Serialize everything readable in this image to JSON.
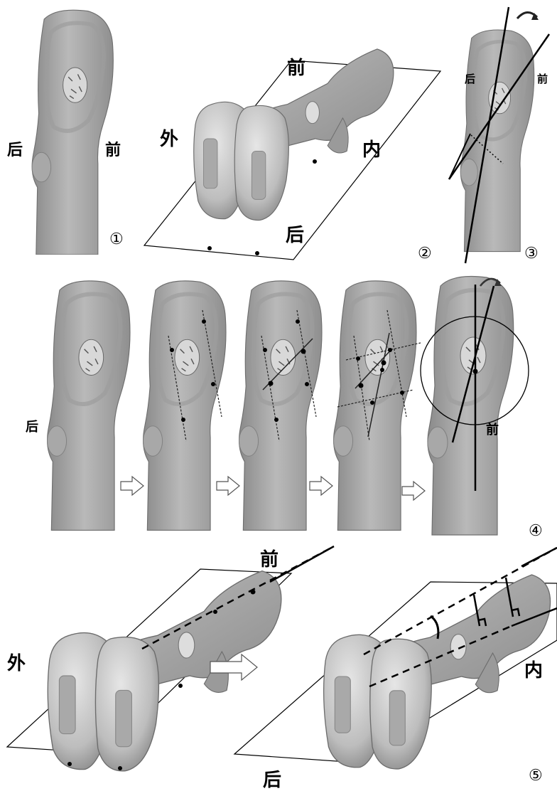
{
  "panels": {
    "p1": {
      "number": "①",
      "labels": {
        "posterior": "后",
        "anterior": "前"
      }
    },
    "p2": {
      "number": "②",
      "labels": {
        "anterior": "前",
        "lateral": "外",
        "medial": "内",
        "posterior": "后"
      }
    },
    "p3": {
      "number": "③",
      "labels": {
        "posterior": "后",
        "anterior": "前"
      }
    },
    "p4": {
      "number": "④",
      "labels": {
        "posterior": "后",
        "anterior": "前"
      }
    },
    "p5": {
      "number": "⑤",
      "labels": {
        "anterior": "前",
        "lateral": "外",
        "medial": "内",
        "posterior": "后"
      }
    }
  },
  "colors": {
    "bone_light": "#c8c8c8",
    "bone_mid": "#a9a9a9",
    "bone_dark": "#7d7d7d",
    "line": "#000000"
  }
}
